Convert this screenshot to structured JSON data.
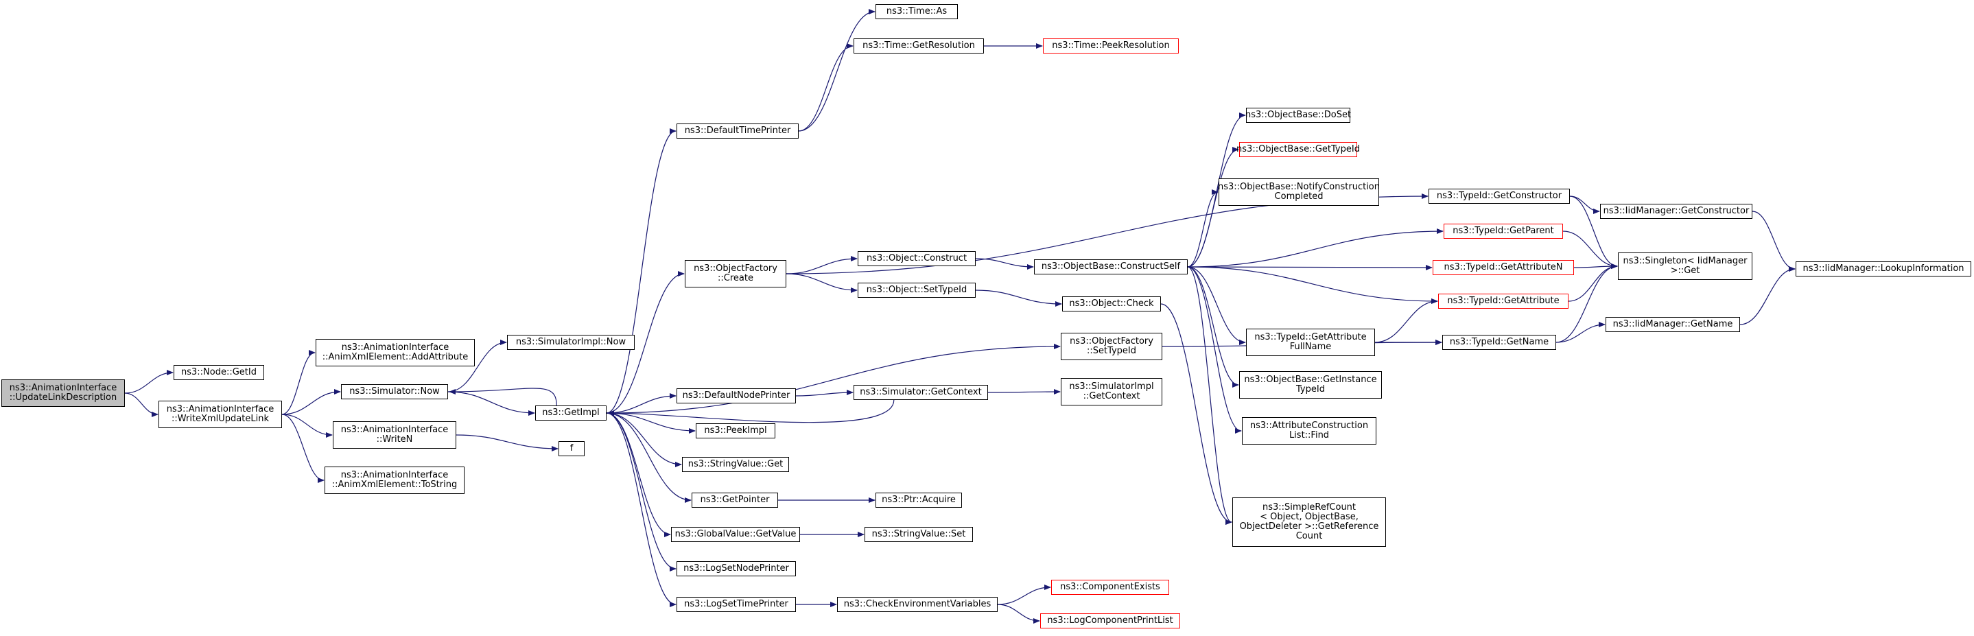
{
  "colors": {
    "edge": "#191970",
    "node_border": "#000000",
    "truncated_border": "#ff0000",
    "root_fill": "#bfbfbf"
  },
  "nodes": [
    {
      "id": "root",
      "label": "ns3::AnimationInterface\n::UpdateLinkDescription",
      "style": "root"
    },
    {
      "id": "getid",
      "label": "ns3::Node::GetId",
      "style": "normal"
    },
    {
      "id": "writexml",
      "label": "ns3::AnimationInterface\n::WriteXmlUpdateLink",
      "style": "normal"
    },
    {
      "id": "addattr",
      "label": "ns3::AnimationInterface\n::AnimXmlElement::AddAttribute",
      "style": "normal"
    },
    {
      "id": "simnow",
      "label": "ns3::Simulator::Now",
      "style": "normal"
    },
    {
      "id": "writen",
      "label": "ns3::AnimationInterface\n::WriteN",
      "style": "normal"
    },
    {
      "id": "tostring",
      "label": "ns3::AnimationInterface\n::AnimXmlElement::ToString",
      "style": "normal"
    },
    {
      "id": "simimplnow",
      "label": "ns3::SimulatorImpl::Now",
      "style": "normal"
    },
    {
      "id": "getimpl",
      "label": "ns3::GetImpl",
      "style": "normal"
    },
    {
      "id": "f",
      "label": "f",
      "style": "normal"
    },
    {
      "id": "deftimeprinter",
      "label": "ns3::DefaultTimePrinter",
      "style": "normal"
    },
    {
      "id": "timeas",
      "label": "ns3::Time::As",
      "style": "normal"
    },
    {
      "id": "timegetres",
      "label": "ns3::Time::GetResolution",
      "style": "normal"
    },
    {
      "id": "peekres",
      "label": "ns3::Time::PeekResolution",
      "style": "red"
    },
    {
      "id": "objfcreate",
      "label": "ns3::ObjectFactory\n::Create",
      "style": "normal"
    },
    {
      "id": "objconstruct",
      "label": "ns3::Object::Construct",
      "style": "normal"
    },
    {
      "id": "objsettypeid",
      "label": "ns3::Object::SetTypeId",
      "style": "normal"
    },
    {
      "id": "constructself",
      "label": "ns3::ObjectBase::ConstructSelf",
      "style": "normal"
    },
    {
      "id": "objcheck",
      "label": "ns3::Object::Check",
      "style": "normal"
    },
    {
      "id": "doset",
      "label": "ns3::ObjectBase::DoSet",
      "style": "normal"
    },
    {
      "id": "obgettypeid",
      "label": "ns3::ObjectBase::GetTypeId",
      "style": "red"
    },
    {
      "id": "notifyconst",
      "label": "ns3::ObjectBase::NotifyConstruction\nCompleted",
      "style": "normal"
    },
    {
      "id": "tidgetconstructor",
      "label": "ns3::TypeId::GetConstructor",
      "style": "normal"
    },
    {
      "id": "iidgetconstructor",
      "label": "ns3::IidManager::GetConstructor",
      "style": "normal"
    },
    {
      "id": "tidgetparent",
      "label": "ns3::TypeId::GetParent",
      "style": "red"
    },
    {
      "id": "tidgetattrn",
      "label": "ns3::TypeId::GetAttributeN",
      "style": "red"
    },
    {
      "id": "tidgetattr",
      "label": "ns3::TypeId::GetAttribute",
      "style": "red"
    },
    {
      "id": "singletonget",
      "label": "ns3::Singleton< IidManager\n >::Get",
      "style": "normal"
    },
    {
      "id": "lookupinfo",
      "label": "ns3::IidManager::LookupInformation",
      "style": "normal"
    },
    {
      "id": "tidgetattrfull",
      "label": "ns3::TypeId::GetAttribute\nFullName",
      "style": "normal"
    },
    {
      "id": "tidgetname",
      "label": "ns3::TypeId::GetName",
      "style": "normal"
    },
    {
      "id": "iidgetname",
      "label": "ns3::IidManager::GetName",
      "style": "normal"
    },
    {
      "id": "getinsttypeid",
      "label": "ns3::ObjectBase::GetInstance\nTypeId",
      "style": "normal"
    },
    {
      "id": "attrconstfind",
      "label": "ns3::AttributeConstruction\nList::Find",
      "style": "normal"
    },
    {
      "id": "simplerefcount",
      "label": "ns3::SimpleRefCount\n< Object, ObjectBase,\n ObjectDeleter >::GetReference\nCount",
      "style": "normal"
    },
    {
      "id": "objfsettypeid",
      "label": "ns3::ObjectFactory\n::SetTypeId",
      "style": "normal"
    },
    {
      "id": "simgetcontext",
      "label": "ns3::Simulator::GetContext",
      "style": "normal"
    },
    {
      "id": "simimplgetcontext",
      "label": "ns3::SimulatorImpl\n::GetContext",
      "style": "normal"
    },
    {
      "id": "defnodeprinter",
      "label": "ns3::DefaultNodePrinter",
      "style": "normal"
    },
    {
      "id": "peekimpl",
      "label": "ns3::PeekImpl",
      "style": "normal"
    },
    {
      "id": "stringvalueget",
      "label": "ns3::StringValue::Get",
      "style": "normal"
    },
    {
      "id": "getpointer",
      "label": "ns3::GetPointer",
      "style": "normal"
    },
    {
      "id": "ptracquire",
      "label": "ns3::Ptr::Acquire",
      "style": "normal"
    },
    {
      "id": "globalvalueget",
      "label": "ns3::GlobalValue::GetValue",
      "style": "normal"
    },
    {
      "id": "stringvalueset",
      "label": "ns3::StringValue::Set",
      "style": "normal"
    },
    {
      "id": "logsetnodeprinter",
      "label": "ns3::LogSetNodePrinter",
      "style": "normal"
    },
    {
      "id": "logsettimeprinter",
      "label": "ns3::LogSetTimePrinter",
      "style": "normal"
    },
    {
      "id": "checkenvvars",
      "label": "ns3::CheckEnvironmentVariables",
      "style": "normal"
    },
    {
      "id": "componentexists",
      "label": "ns3::ComponentExists",
      "style": "red"
    },
    {
      "id": "logcompprintlist",
      "label": "ns3::LogComponentPrintList",
      "style": "red"
    }
  ],
  "edges": [
    [
      "root",
      "getid"
    ],
    [
      "root",
      "writexml"
    ],
    [
      "writexml",
      "addattr"
    ],
    [
      "writexml",
      "simnow"
    ],
    [
      "writexml",
      "writen"
    ],
    [
      "writexml",
      "tostring"
    ],
    [
      "simnow",
      "simimplnow"
    ],
    [
      "simnow",
      "getimpl"
    ],
    [
      "writen",
      "f"
    ],
    [
      "getimpl",
      "deftimeprinter"
    ],
    [
      "getimpl",
      "objfcreate"
    ],
    [
      "getimpl",
      "objfsettypeid"
    ],
    [
      "getimpl",
      "simnow"
    ],
    [
      "getimpl",
      "defnodeprinter"
    ],
    [
      "getimpl",
      "peekimpl"
    ],
    [
      "getimpl",
      "stringvalueget"
    ],
    [
      "getimpl",
      "getpointer"
    ],
    [
      "getimpl",
      "globalvalueget"
    ],
    [
      "getimpl",
      "logsetnodeprinter"
    ],
    [
      "getimpl",
      "logsettimeprinter"
    ],
    [
      "deftimeprinter",
      "timeas"
    ],
    [
      "deftimeprinter",
      "timegetres"
    ],
    [
      "timegetres",
      "peekres"
    ],
    [
      "objfcreate",
      "objconstruct"
    ],
    [
      "objfcreate",
      "objsettypeid"
    ],
    [
      "objfcreate",
      "tidgetconstructor"
    ],
    [
      "objconstruct",
      "constructself"
    ],
    [
      "objsettypeid",
      "objcheck"
    ],
    [
      "constructself",
      "doset"
    ],
    [
      "constructself",
      "obgettypeid"
    ],
    [
      "constructself",
      "notifyconst"
    ],
    [
      "constructself",
      "tidgetparent"
    ],
    [
      "constructself",
      "tidgetattrn"
    ],
    [
      "constructself",
      "tidgetattr"
    ],
    [
      "constructself",
      "tidgetattrfull"
    ],
    [
      "constructself",
      "getinsttypeid"
    ],
    [
      "constructself",
      "attrconstfind"
    ],
    [
      "constructself",
      "simplerefcount"
    ],
    [
      "objcheck",
      "simplerefcount"
    ],
    [
      "tidgetconstructor",
      "iidgetconstructor"
    ],
    [
      "tidgetconstructor",
      "singletonget"
    ],
    [
      "iidgetconstructor",
      "lookupinfo"
    ],
    [
      "tidgetparent",
      "singletonget"
    ],
    [
      "tidgetattrn",
      "singletonget"
    ],
    [
      "tidgetattr",
      "singletonget"
    ],
    [
      "tidgetattrfull",
      "tidgetattr"
    ],
    [
      "tidgetattrfull",
      "tidgetname"
    ],
    [
      "tidgetname",
      "singletonget"
    ],
    [
      "tidgetname",
      "iidgetname"
    ],
    [
      "iidgetname",
      "lookupinfo"
    ],
    [
      "objfsettypeid",
      "tidgetname"
    ],
    [
      "simgetcontext",
      "getimpl"
    ],
    [
      "simgetcontext",
      "simimplgetcontext"
    ],
    [
      "defnodeprinter",
      "simgetcontext"
    ],
    [
      "getpointer",
      "ptracquire"
    ],
    [
      "globalvalueget",
      "stringvalueset"
    ],
    [
      "logsettimeprinter",
      "checkenvvars"
    ],
    [
      "checkenvvars",
      "componentexists"
    ],
    [
      "checkenvvars",
      "logcompprintlist"
    ]
  ]
}
